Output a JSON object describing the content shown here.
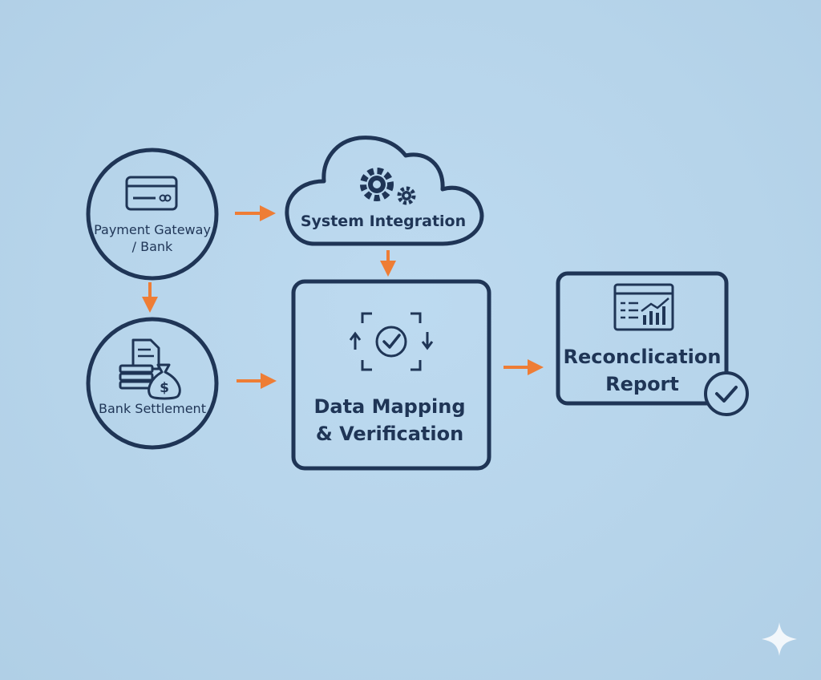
{
  "diagram": {
    "nodes": {
      "payment_gateway": {
        "label_line1": "Payment Gateway",
        "label_line2": "/ Bank",
        "icon": "credit-card-icon"
      },
      "bank_settlement": {
        "label": "Bank Settlement",
        "icon": "money-bag-icon"
      },
      "system_integration": {
        "label": "System Integration",
        "icon": "gears-icon"
      },
      "data_mapping": {
        "label_line1": "Data Mapping",
        "label_line2": "& Verification",
        "icon": "sync-check-icon"
      },
      "reconciliation_report": {
        "label_line1": "Reconclication",
        "label_line2": "Report",
        "icon": "report-chart-icon",
        "badge_icon": "checkmark-badge-icon"
      }
    },
    "colors": {
      "background": "#b8d6ec",
      "stroke": "#1f3556",
      "arrow": "#ee7d35",
      "sparkle": "#f2f7fb"
    },
    "watermark_icon": "sparkle-icon"
  }
}
